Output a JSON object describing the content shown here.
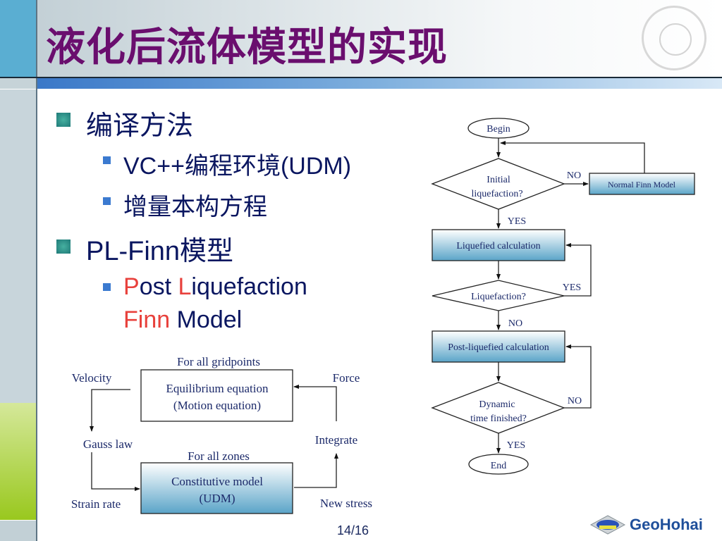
{
  "title": "液化后流体模型的实现",
  "bullets": [
    {
      "text": "编译方法",
      "sub": [
        "VC++编程环境(UDM)",
        "增量本构方程"
      ]
    },
    {
      "text": "PL-Finn模型",
      "sub_rich": [
        {
          "accent": "P",
          "rest": "ost "
        },
        {
          "accent": "L",
          "rest": "iquefaction"
        },
        {
          "accent": "Finn",
          "rest": " Model"
        }
      ]
    }
  ],
  "accent_color": "#e8413c",
  "title_color": "#6a0e6e",
  "solver_diagram": {
    "top_label": "For all gridpoints",
    "equilibrium_box": [
      "Equilibrium equation",
      "(Motion equation)"
    ],
    "velocity": "Velocity",
    "force": "Force",
    "gauss_law": "Gauss law",
    "integrate": "Integrate",
    "zones_label": "For all zones",
    "constitutive_box": [
      "Constitutive model",
      "(UDM)"
    ],
    "strain_rate": "Strain rate",
    "new_stress": "New stress"
  },
  "flowchart": {
    "begin": "Begin",
    "initial_liquefaction": [
      "Initial",
      "liquefaction?"
    ],
    "no1": "NO",
    "normal_finn": "Normal Finn Model",
    "yes1": "YES",
    "liquefied_calc": "Liquefied calculation",
    "liquefaction_q": "Liquefaction?",
    "yes2": "YES",
    "no2": "NO",
    "post_calc": "Post-liquefied calculation",
    "dynamic_time": [
      "Dynamic",
      "time finished?"
    ],
    "no3": "NO",
    "yes3": "YES",
    "end": "End"
  },
  "footer": {
    "page": "14/16",
    "logo": "GeoHohai"
  }
}
